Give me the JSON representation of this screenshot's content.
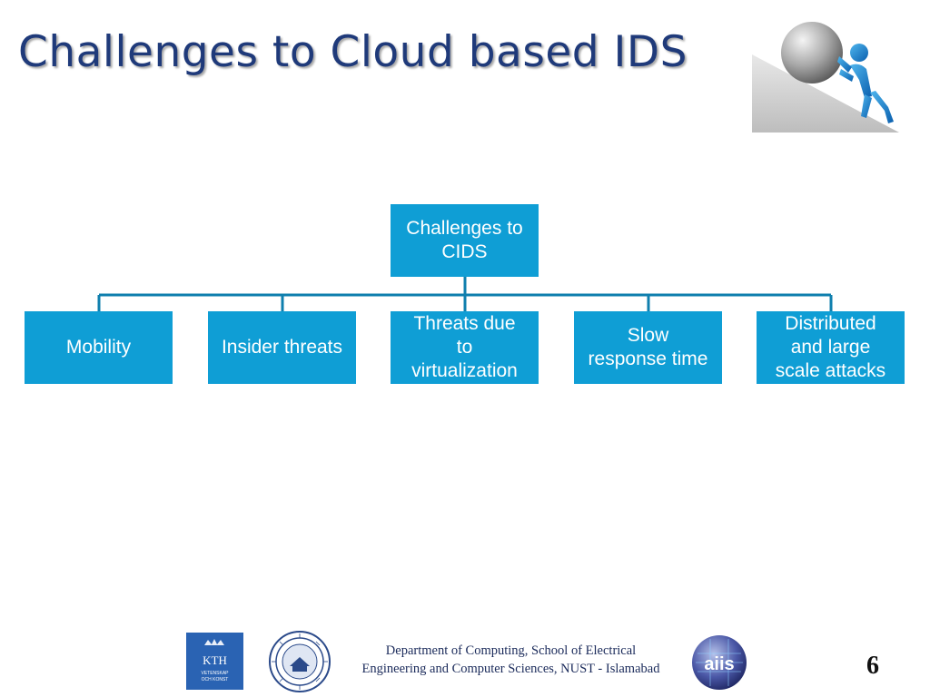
{
  "slide": {
    "title": "Challenges to Cloud based IDS",
    "page_number": "6"
  },
  "diagram": {
    "root": "Challenges to\nCIDS",
    "children": [
      "Mobility",
      "Insider threats",
      "Threats due\nto\nvirtualization",
      "Slow\nresponse time",
      "Distributed\nand large\nscale attacks"
    ]
  },
  "footer": {
    "text": "Department of Computing, School of Electrical Engineering and Computer Sciences, NUST - Islamabad",
    "logos": {
      "kth": "KTH VETENSKAP OCH KONST",
      "aiis": "aiis"
    }
  },
  "colors": {
    "title": "#1f3a7a",
    "node_fill": "#0f9ed5",
    "connector": "#0f7fae"
  },
  "icons": {
    "title_illustration": "person-pushing-ball-icon"
  }
}
